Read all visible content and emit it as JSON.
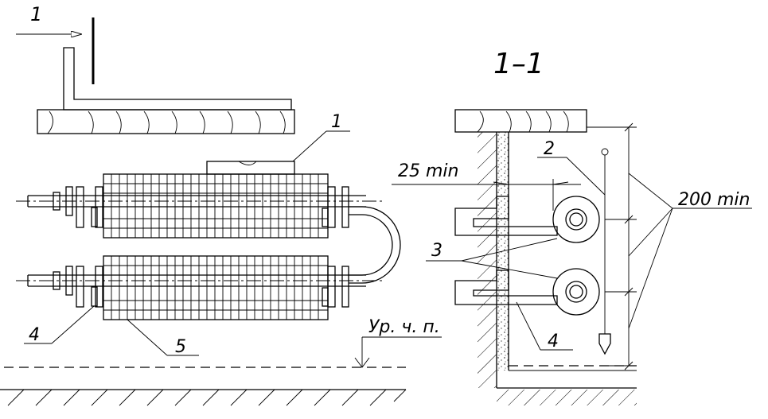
{
  "view": {
    "section_mark": "1",
    "section_title": "1–1"
  },
  "labels": {
    "level_pipe_label": "1",
    "floor_level": "Ур. ч. п.",
    "label_4_left": "4",
    "label_5": "5",
    "label_2": "2",
    "label_3": "3",
    "label_4_right": "4"
  },
  "dimensions": {
    "gap_min": "25 min",
    "clearance_min": "200 min"
  }
}
